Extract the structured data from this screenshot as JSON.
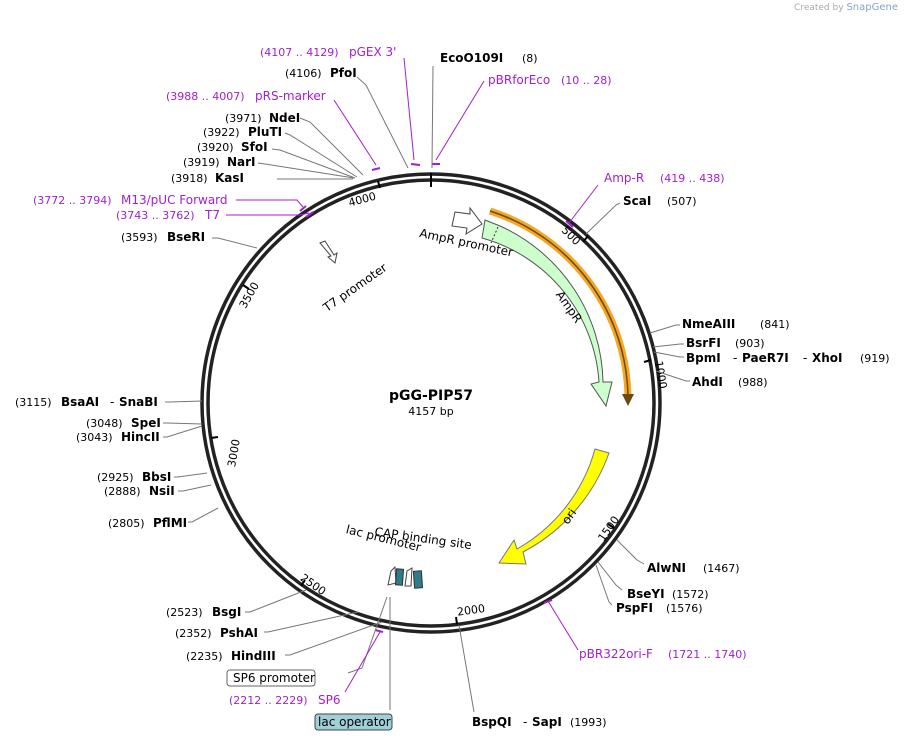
{
  "credit": {
    "created_by": "Created by",
    "brand": "SnapGene"
  },
  "plasmid": {
    "name": "pGG-PIP57",
    "size": "4157 bp"
  },
  "colors": {
    "ring": "#222222",
    "primer": "#a020d0",
    "ampr": "#ccffcc",
    "ori": "#ffff00",
    "highlight": "#f5a623",
    "lac_operator": "#9fd0d8",
    "lac_block": "#2e7b8c"
  },
  "ticks": [
    {
      "label": "500"
    },
    {
      "label": "1000"
    },
    {
      "label": "1500"
    },
    {
      "label": "2000"
    },
    {
      "label": "2500"
    },
    {
      "label": "3000"
    },
    {
      "label": "3500"
    },
    {
      "label": "4000"
    }
  ],
  "features": [
    {
      "label": "AmpR promoter"
    },
    {
      "label": "AmpR"
    },
    {
      "label": "ori"
    },
    {
      "label": "T7 promoter"
    },
    {
      "label": "CAP binding site"
    },
    {
      "label": "lac promoter"
    }
  ],
  "enzymes": [
    {
      "name": "EcoO109I",
      "pos": "(8)"
    },
    {
      "name": "PfoI",
      "pos": "(4106)"
    },
    {
      "name": "NdeI",
      "pos": "(3971)"
    },
    {
      "name": "PluTI",
      "pos": "(3922)"
    },
    {
      "name": "SfoI",
      "pos": "(3920)"
    },
    {
      "name": "NarI",
      "pos": "(3919)"
    },
    {
      "name": "KasI",
      "pos": "(3918)"
    },
    {
      "name": "BseRI",
      "pos": "(3593)"
    },
    {
      "name": "ScaI",
      "pos": "(507)"
    },
    {
      "name": "NmeAIII",
      "pos": "(841)"
    },
    {
      "name": "BsrFI",
      "pos": "(903)"
    },
    {
      "name": "BpmI",
      "sep1": "-",
      "name2": "PaeR7I",
      "sep2": "-",
      "name3": "XhoI",
      "pos": "(919)"
    },
    {
      "name": "AhdI",
      "pos": "(988)"
    },
    {
      "name": "BsaAI",
      "sep1": "-",
      "name2": "SnaBI",
      "pos": "(3115)"
    },
    {
      "name": "SpeI",
      "pos": "(3048)"
    },
    {
      "name": "HincII",
      "pos": "(3043)"
    },
    {
      "name": "BbsI",
      "pos": "(2925)"
    },
    {
      "name": "NsiI",
      "pos": "(2888)"
    },
    {
      "name": "PflMI",
      "pos": "(2805)"
    },
    {
      "name": "AlwNI",
      "pos": "(1467)"
    },
    {
      "name": "BseYI",
      "pos": "(1572)"
    },
    {
      "name": "PspFI",
      "pos": "(1576)"
    },
    {
      "name": "BsgI",
      "pos": "(2523)"
    },
    {
      "name": "PshAI",
      "pos": "(2352)"
    },
    {
      "name": "HindIII",
      "pos": "(2235)"
    },
    {
      "name": "BspQI",
      "sep1": "-",
      "name2": "SapI",
      "pos": "(1993)"
    }
  ],
  "primers": [
    {
      "range": "(4107 .. 4129)",
      "name": "pGEX 3'"
    },
    {
      "range": "(10 .. 28)",
      "name": "pBRforEco"
    },
    {
      "range": "(3988 .. 4007)",
      "name": "pRS-marker"
    },
    {
      "range": "(3772 .. 3794)",
      "name": "M13/pUC Forward"
    },
    {
      "range": "(3743 .. 3762)",
      "name": "T7"
    },
    {
      "range": "(419 .. 438)",
      "name": "Amp-R"
    },
    {
      "range": "(1721 .. 1740)",
      "name": "pBR322ori-F"
    },
    {
      "range": "(2212 .. 2229)",
      "name": "SP6"
    }
  ],
  "boxed_labels": {
    "sp6_promoter": "SP6 promoter",
    "lac_operator": "lac operator"
  }
}
